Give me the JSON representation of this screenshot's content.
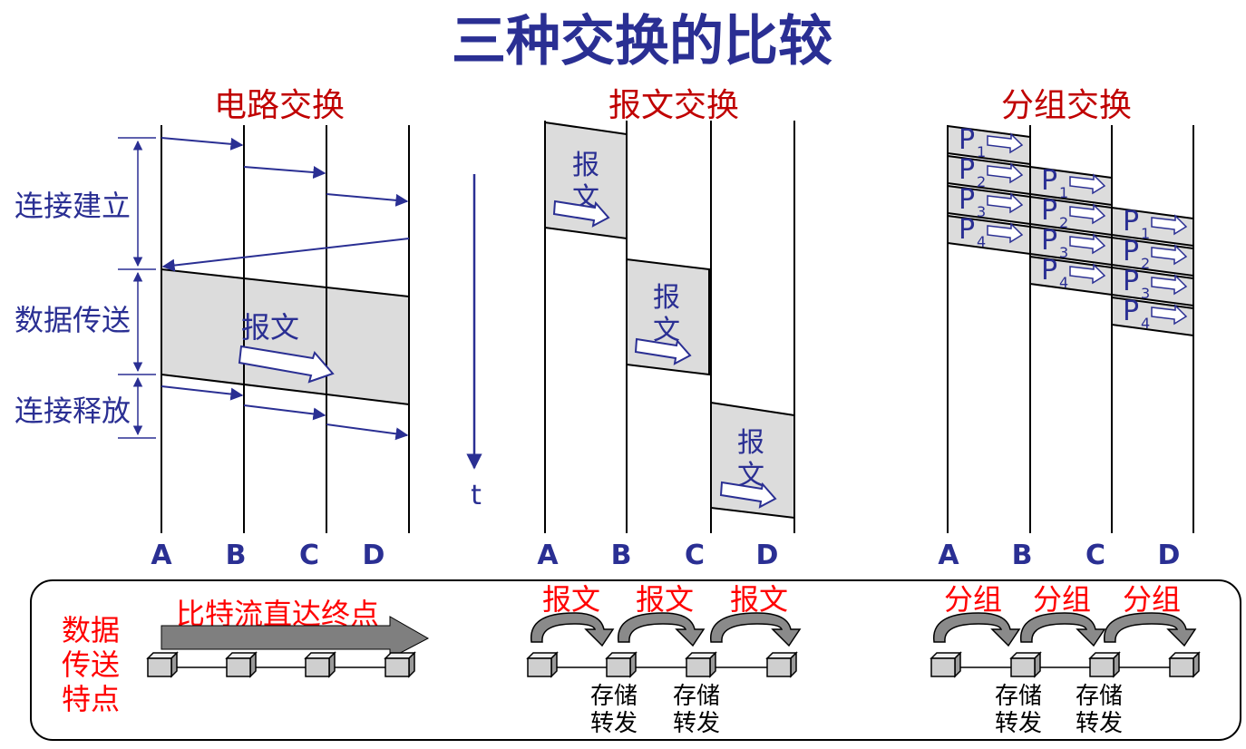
{
  "title": "三种交换的比较",
  "colors": {
    "title": "#2a2f93",
    "section": "#c00000",
    "label": "#2a2f93",
    "red": "#ff0000",
    "shade": "#dcdcdc",
    "arrow": "#2a2f93"
  },
  "circuit": {
    "heading": "电路交换",
    "phases": [
      "连接建立",
      "数据传送",
      "连接释放"
    ],
    "message": "报文",
    "nodes": [
      "A",
      "B",
      "C",
      "D"
    ]
  },
  "time_axis": {
    "label": "t"
  },
  "message_switching": {
    "heading": "报文交换",
    "block_label": [
      "报",
      "文"
    ],
    "nodes": [
      "A",
      "B",
      "C",
      "D"
    ]
  },
  "packet_switching": {
    "heading": "分组交换",
    "packet_letter": "P",
    "packets": [
      "1",
      "2",
      "3",
      "4"
    ],
    "nodes": [
      "A",
      "B",
      "C",
      "D"
    ]
  },
  "bottom": {
    "label": [
      "数据",
      "传送",
      "特点"
    ],
    "circuit_text": "比特流直达终点",
    "message_labels": [
      "报文",
      "报文",
      "报文"
    ],
    "packet_labels": [
      "分组",
      "分组",
      "分组"
    ],
    "store_forward": [
      "存储",
      "转发"
    ]
  }
}
